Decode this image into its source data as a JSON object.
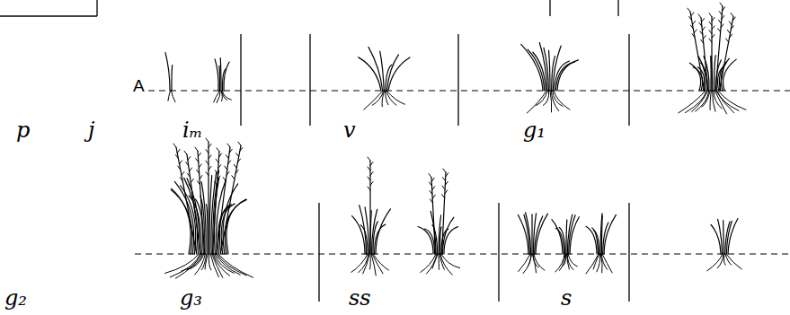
{
  "diagram": {
    "labels": [
      "A",
      "p",
      "j",
      "iₘ",
      "v",
      "g₁",
      "g₂",
      "g₃",
      "ss",
      "s"
    ]
  }
}
